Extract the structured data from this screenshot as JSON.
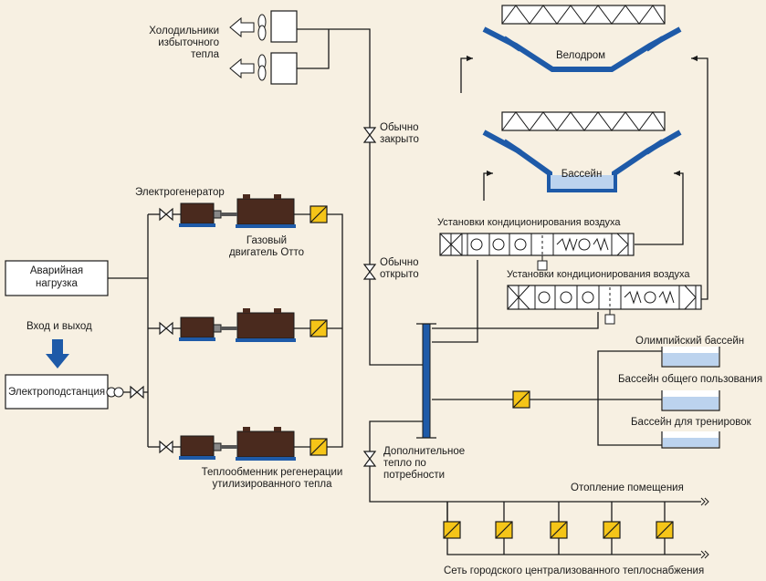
{
  "labels": {
    "coolers": [
      "Холодильники",
      "избыточного",
      "тепла"
    ],
    "normally_closed": [
      "Обычно",
      "закрыто"
    ],
    "normally_open": [
      "Обычно",
      "открыто"
    ],
    "velodrome": "Велодром",
    "pool": "Бассейн",
    "ahu1": "Установки кондиционирования воздуха",
    "ahu2": "Установки кондиционирования воздуха",
    "generator": "Электрогенератор",
    "otto_engine": [
      "Газовый",
      "двигатель Отто"
    ],
    "emergency_load": [
      "Аварийная",
      "нагрузка"
    ],
    "in_out": "Вход и выход",
    "substation": "Электроподстанция",
    "heat_exchanger": [
      "Теплообменник регенерации",
      "утилизированного тепла"
    ],
    "extra_heat": [
      "Дополнительное",
      "тепло по",
      "потребности"
    ],
    "olympic_pool": "Олимпийский бассейн",
    "public_pool": "Бассейн общего пользования",
    "training_pool": "Бассейн для тренировок",
    "space_heating": "Отопление помещения",
    "district_heating": "Сеть городского централизованного теплоснабжения"
  },
  "colors": {
    "background": "#f7f0e2",
    "line": "#1a1a1a",
    "blue": "#1e5aa8",
    "engine": "#4a2a1e",
    "hx_yellow": "#f5c518",
    "water": "#bcd3ee"
  },
  "icons": [
    "fan-icon",
    "valve-icon",
    "heat-exchanger-icon",
    "arrow-down-icon",
    "arrow-left-icon",
    "transformer-icon"
  ]
}
